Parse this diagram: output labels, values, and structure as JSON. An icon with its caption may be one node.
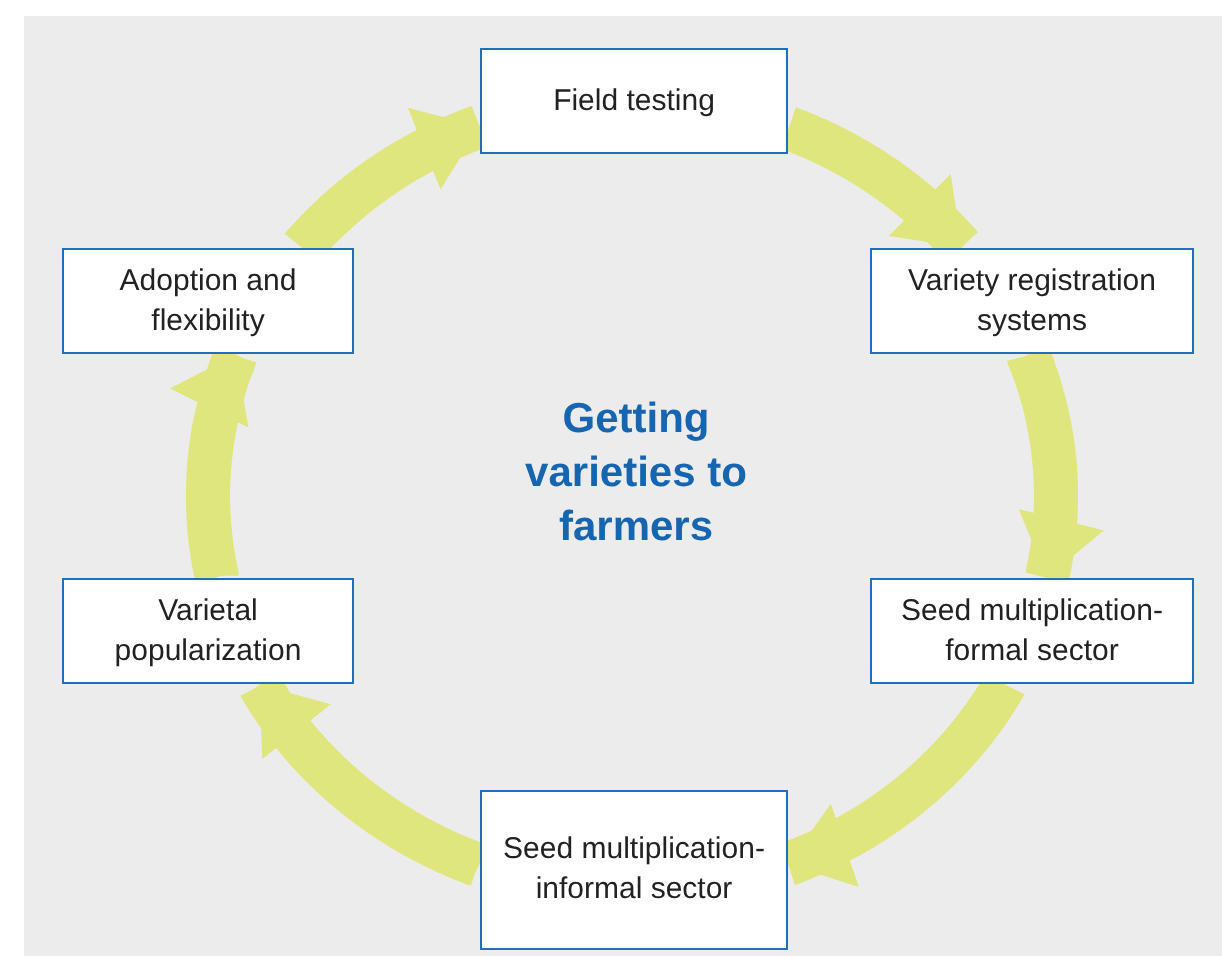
{
  "diagram": {
    "title": "Getting varieties to farmers",
    "nodes": [
      {
        "text": [
          "Field testing"
        ]
      },
      {
        "text": [
          "Adoption and flexibility"
        ]
      },
      {
        "text": [
          "Variety registration systems"
        ]
      },
      {
        "text": [
          "Varietal popularization"
        ]
      },
      {
        "text": [
          "Seed multiplication-formal sector"
        ]
      },
      {
        "text": [
          "Seed multiplication-informal sector"
        ]
      }
    ],
    "edges": [
      {
        "from": 0,
        "to": 2,
        "arrow": "to"
      },
      {
        "from": 2,
        "to": 4,
        "arrow": "to"
      },
      {
        "from": 4,
        "to": 5,
        "arrow": "to"
      },
      {
        "from": 5,
        "to": 3,
        "arrow": "to"
      },
      {
        "from": 3,
        "to": 1,
        "arrow": "to"
      },
      {
        "from": 1,
        "to": 0,
        "arrow": "to"
      }
    ]
  }
}
